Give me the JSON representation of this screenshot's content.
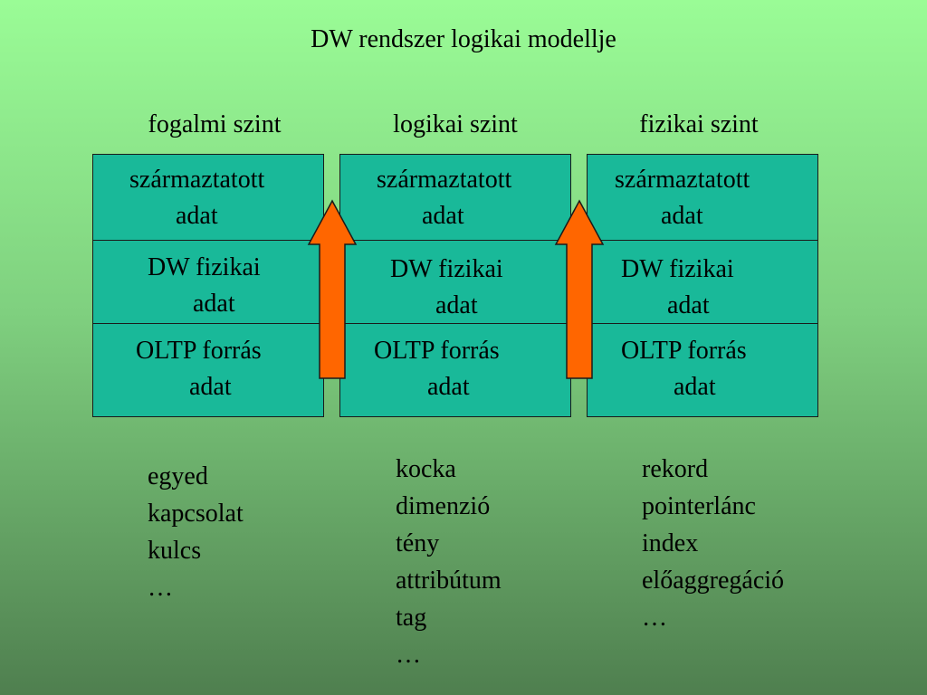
{
  "title": "DW rendszer logikai modellje",
  "columns": [
    {
      "label": "fogalmi szint",
      "cells": [
        {
          "line1": "származtatott",
          "line2": "adat"
        },
        {
          "line1": "DW fizikai",
          "line2": "adat"
        },
        {
          "line1": "OLTP forrás",
          "line2": "adat"
        }
      ],
      "terms": [
        "egyed",
        "kapcsolat",
        "kulcs",
        "…"
      ]
    },
    {
      "label": "logikai szint",
      "cells": [
        {
          "line1": "származtatott",
          "line2": "adat"
        },
        {
          "line1": "DW fizikai",
          "line2": "adat"
        },
        {
          "line1": "OLTP forrás",
          "line2": "adat"
        }
      ],
      "terms": [
        "kocka",
        "dimenzió",
        "tény",
        "attribútum",
        "tag",
        "…"
      ]
    },
    {
      "label": "fizikai szint",
      "cells": [
        {
          "line1": "származtatott",
          "line2": "adat"
        },
        {
          "line1": "DW fizikai",
          "line2": "adat"
        },
        {
          "line1": "OLTP forrás",
          "line2": "adat"
        }
      ],
      "terms": [
        "rekord",
        "pointerlánc",
        "index",
        "előaggregáció",
        "…"
      ]
    }
  ],
  "colors": {
    "box_fill": "#19b999",
    "arrow_fill": "#ff6600"
  }
}
